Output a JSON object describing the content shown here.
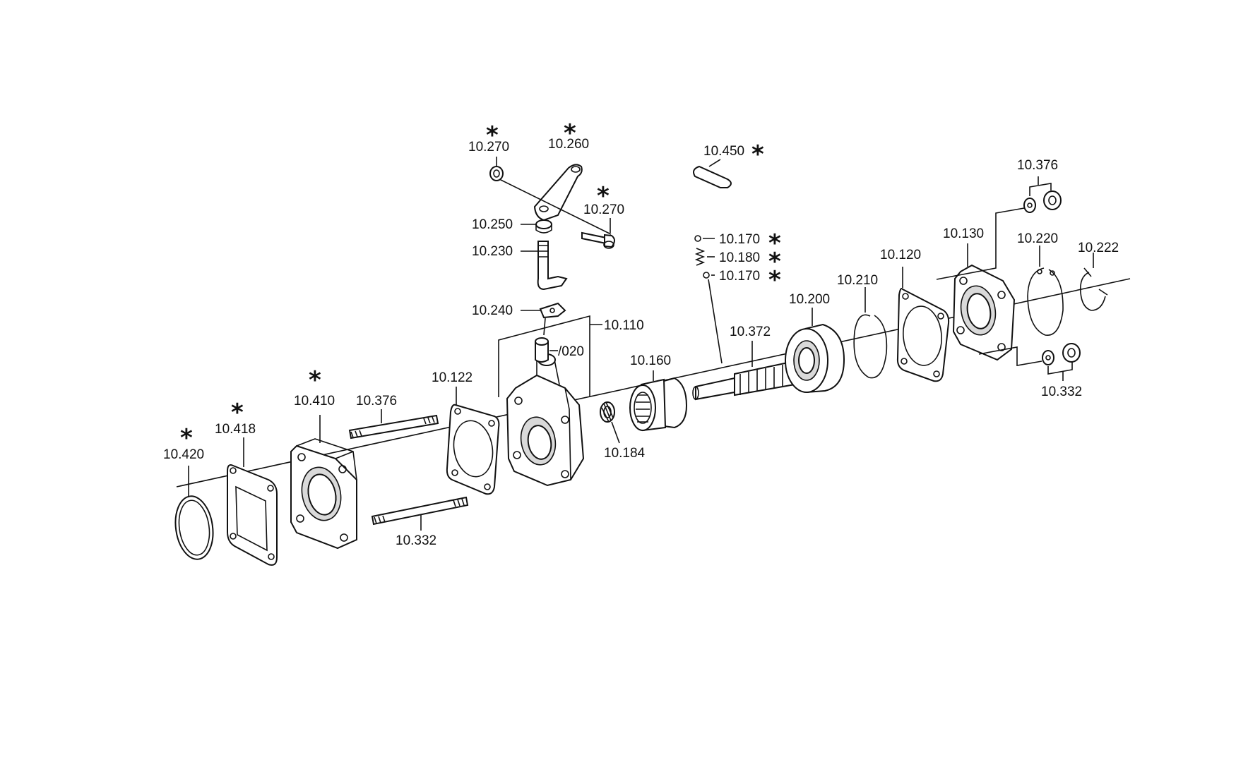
{
  "diagram": {
    "asterisk": "*",
    "labels": {
      "p10_270_a": "10.270",
      "p10_260": "10.260",
      "p10_270_b": "10.270",
      "p10_250": "10.250",
      "p10_230": "10.230",
      "p10_240": "10.240",
      "p10_110": "10.110",
      "p020": "/020",
      "p10_450": "10.450",
      "p10_170_a": "10.170",
      "p10_180": "10.180",
      "p10_170_b": "10.170",
      "p10_372": "10.372",
      "p10_160": "10.160",
      "p10_184": "10.184",
      "p10_122": "10.122",
      "p10_376_left": "10.376",
      "p10_332_left": "10.332",
      "p10_410": "10.410",
      "p10_418": "10.418",
      "p10_420": "10.420",
      "p10_200": "10.200",
      "p10_210": "10.210",
      "p10_120": "10.120",
      "p10_130": "10.130",
      "p10_376_right": "10.376",
      "p10_220": "10.220",
      "p10_222": "10.222",
      "p10_332_right": "10.332"
    }
  }
}
